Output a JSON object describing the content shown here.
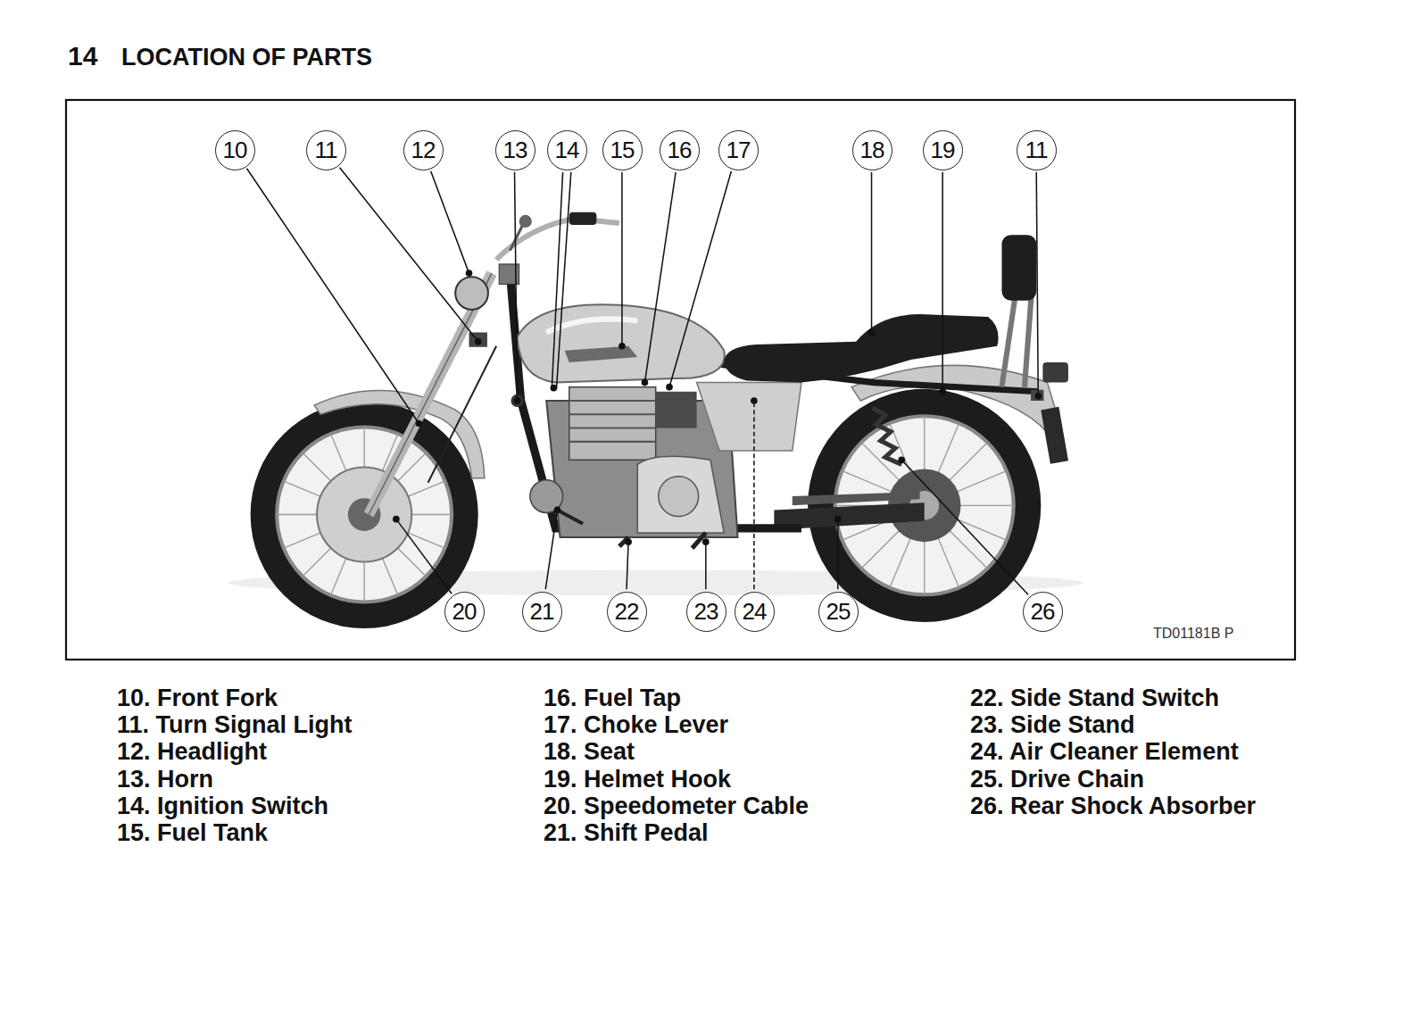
{
  "diagram": {
    "title": "LOCATION OF PARTS",
    "nodes": [
      {
        "text": [
          "10"
        ]
      },
      {
        "text": [
          "11"
        ]
      },
      {
        "text": [
          "12"
        ]
      },
      {
        "text": [
          "13"
        ]
      },
      {
        "text": [
          "14"
        ]
      },
      {
        "text": [
          "15"
        ]
      },
      {
        "text": [
          "16"
        ]
      },
      {
        "text": [
          "17"
        ]
      },
      {
        "text": [
          "18"
        ]
      },
      {
        "text": [
          "19"
        ]
      },
      {
        "text": [
          "11"
        ]
      },
      {
        "text": [
          "20"
        ]
      },
      {
        "text": [
          "21"
        ]
      },
      {
        "text": [
          "22"
        ]
      },
      {
        "text": [
          "23"
        ]
      },
      {
        "text": [
          "24"
        ]
      },
      {
        "text": [
          "25"
        ]
      },
      {
        "text": [
          "26"
        ]
      }
    ],
    "labels": [
      "14",
      "TD01181B P",
      "10. Front Fork",
      "11. Turn Signal Light",
      "12. Headlight",
      "13. Horn",
      "14. Ignition Switch",
      "15. Fuel Tank",
      "16. Fuel Tap",
      "17. Choke Lever",
      "18. Seat",
      "19. Helmet Hook",
      "20. Speedometer Cable",
      "21. Shift Pedal",
      "22. Side Stand Switch",
      "23. Side Stand",
      "24. Air Cleaner Element",
      "25. Drive Chain",
      "26. Rear Shock Absorber"
    ]
  }
}
